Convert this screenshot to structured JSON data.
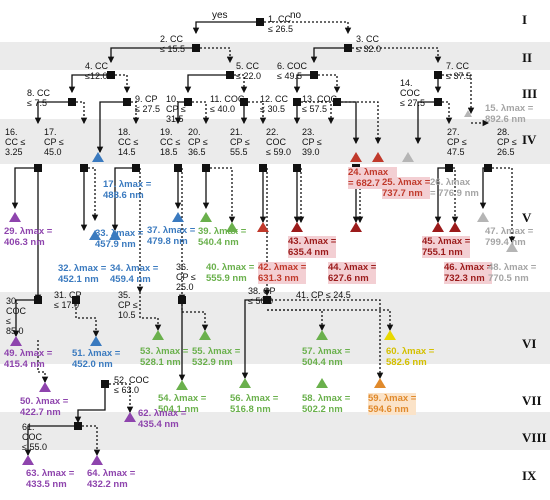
{
  "levels": [
    "I",
    "II",
    "III",
    "IV",
    "V",
    "VI",
    "VII",
    "VIII",
    "IX"
  ],
  "edge_labels": {
    "yes": "yes",
    "no": "no"
  },
  "colors": {
    "band_gray": "#ebebeb",
    "purple": "#8e44ad",
    "blue": "#3a7abf",
    "green": "#6ab04c",
    "red": "#c0392b",
    "dred": "#9b1b1b",
    "gray": "#a5a5a5",
    "yellow": "#e8d800",
    "orange": "#e08a2c",
    "highlight": "#f3cfd3"
  },
  "nodes": [
    {
      "id": "n1",
      "text": "1. CC\n≤ 26.5"
    },
    {
      "id": "n2",
      "text": "2. CC\n≤ 15.5"
    },
    {
      "id": "n3",
      "text": "3. CC\n≤ 32.0"
    },
    {
      "id": "n4",
      "text": "4. CC\n≤12.0"
    },
    {
      "id": "n5",
      "text": "5. CC\n≤ 22.0"
    },
    {
      "id": "n6",
      "text": "6. COC\n≤ 49.5"
    },
    {
      "id": "n7",
      "text": "7. CC\n≤ 37.5"
    },
    {
      "id": "n8",
      "text": "8. CC\n≤ 7.5"
    },
    {
      "id": "n9",
      "text": "9. CP\n≤ 27.5"
    },
    {
      "id": "n10",
      "text": "10.\nCP ≤\n31.5"
    },
    {
      "id": "n11",
      "text": "11. COC\n≤ 40.0"
    },
    {
      "id": "n12",
      "text": "12. CC\n≤ 30.5"
    },
    {
      "id": "n13",
      "text": "13. COC\n≤ 57.5"
    },
    {
      "id": "n14",
      "text": "14.\nCOC\n≤ 27.5"
    },
    {
      "id": "n16",
      "text": "16.\nCC ≤\n3.25"
    },
    {
      "id": "n17",
      "text": "17.\nCP ≤\n45.0"
    },
    {
      "id": "n18",
      "text": "18.\nCC ≤\n14.5"
    },
    {
      "id": "n19",
      "text": "19.\nCC ≤\n18.5"
    },
    {
      "id": "n20",
      "text": "20.\nCP ≤\n36.5"
    },
    {
      "id": "n21",
      "text": "21.\nCP ≤\n55.5"
    },
    {
      "id": "n22",
      "text": "22.\nCOC\n≤ 59.0"
    },
    {
      "id": "n23",
      "text": "23.\nCP ≤\n39.0"
    },
    {
      "id": "n27",
      "text": "27.\nCP ≤\n47.5"
    },
    {
      "id": "n28",
      "text": "28.\nCP ≤\n26.5"
    },
    {
      "id": "n30",
      "text": "30.\nCOC\n≤\n85.0"
    },
    {
      "id": "n31",
      "text": "31. CP\n≤ 17.0"
    },
    {
      "id": "n35",
      "text": "35.\nCP ≤\n10.5"
    },
    {
      "id": "n36",
      "text": "36.\nCP ≤\n25.0"
    },
    {
      "id": "n38",
      "text": "38. CP\n≤ 50.0"
    },
    {
      "id": "n41",
      "text": "41. CP ≤ 24.5"
    },
    {
      "id": "n52",
      "text": "52. COC\n≤ 63.0"
    },
    {
      "id": "n61",
      "text": "61.\nCOC\n≤ 55.0"
    }
  ],
  "leaves": [
    {
      "id": "l15",
      "text": "15. λmax =\n892.6 nm"
    },
    {
      "id": "l17",
      "text": "17. λmax =\n488.6 nm"
    },
    {
      "id": "l24",
      "text": "24. λmax\n= 682.7 nm"
    },
    {
      "id": "l25",
      "text": "25. λmax =\n737.7 nm"
    },
    {
      "id": "l26",
      "text": "26. λmax\n= 776.9 nm"
    },
    {
      "id": "l29",
      "text": "29. λmax =\n406.3 nm"
    },
    {
      "id": "l32",
      "text": "32. λmax =\n452.1 nm"
    },
    {
      "id": "l33",
      "text": "33. λmax =\n457.9 nm"
    },
    {
      "id": "l34",
      "text": "34. λmax =\n459.4 nm"
    },
    {
      "id": "l37",
      "text": "37. λmax =\n479.8 nm"
    },
    {
      "id": "l39",
      "text": "39. λmax =\n540.4 nm"
    },
    {
      "id": "l40",
      "text": "40. λmax =\n555.9 nm"
    },
    {
      "id": "l42",
      "text": "42. λmax =\n631.3 nm"
    },
    {
      "id": "l43",
      "text": "43. λmax =\n635.4 nm"
    },
    {
      "id": "l44",
      "text": "44. λmax =\n627.6 nm"
    },
    {
      "id": "l45",
      "text": "45. λmax =\n755.1 nm"
    },
    {
      "id": "l46",
      "text": "46. λmax =\n732.3 nm"
    },
    {
      "id": "l47",
      "text": "47. λmax =\n799.4 nm"
    },
    {
      "id": "l48",
      "text": "48. λmax =\n770.5 nm"
    },
    {
      "id": "l49",
      "text": "49. λmax =\n415.4 nm"
    },
    {
      "id": "l50",
      "text": "50. λmax =\n422.7 nm"
    },
    {
      "id": "l51",
      "text": "51. λmax =\n452.0 nm"
    },
    {
      "id": "l53",
      "text": "53. λmax =\n528.1 nm"
    },
    {
      "id": "l54",
      "text": "54. λmax =\n504.1 nm"
    },
    {
      "id": "l55",
      "text": "55. λmax =\n532.9 nm"
    },
    {
      "id": "l56",
      "text": "56. λmax =\n516.8 nm"
    },
    {
      "id": "l57",
      "text": "57. λmax =\n504.4 nm"
    },
    {
      "id": "l58",
      "text": "58. λmax =\n502.2 nm"
    },
    {
      "id": "l59",
      "text": "59. λmax =\n594.6 nm"
    },
    {
      "id": "l60",
      "text": "60. λmax =\n582.6 nm"
    },
    {
      "id": "l62",
      "text": "62. λmax =\n435.4 nm"
    },
    {
      "id": "l63",
      "text": "63. λmax =\n433.5 nm"
    },
    {
      "id": "l64",
      "text": "64. λmax =\n432.2 nm"
    }
  ]
}
